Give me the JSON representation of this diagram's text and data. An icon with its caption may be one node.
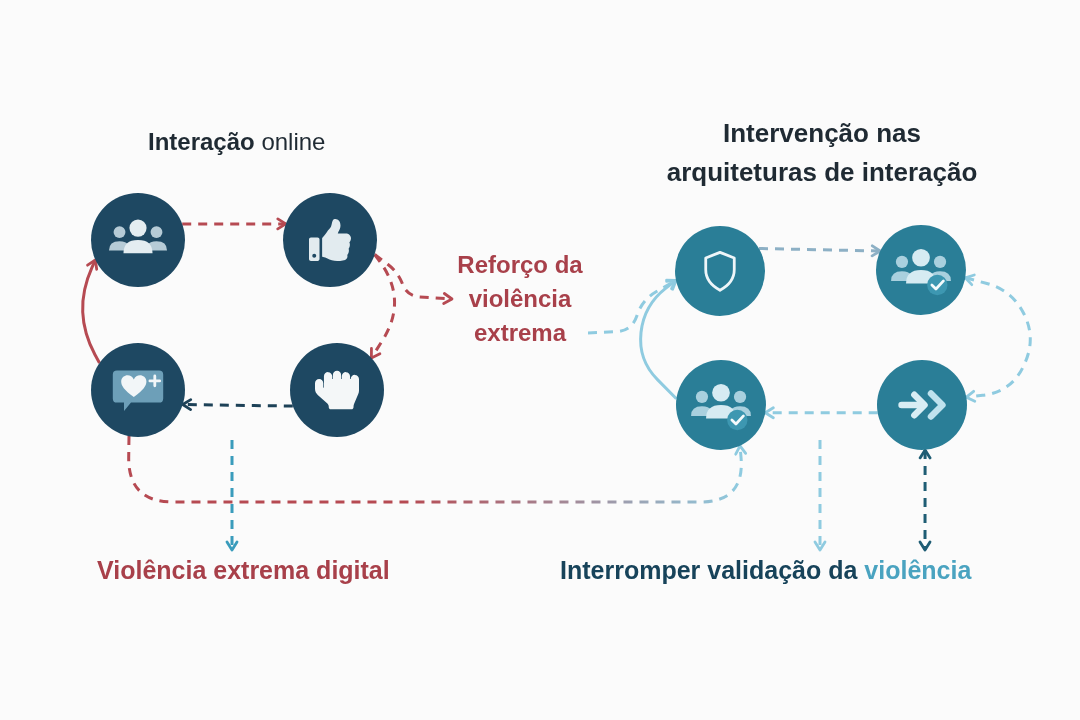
{
  "diagram": {
    "nodes": [
      {
        "text": [],
        "shape": "circle"
      },
      {
        "text": [],
        "shape": "circle"
      },
      {
        "text": [],
        "shape": "circle"
      },
      {
        "text": [],
        "shape": "circle"
      },
      {
        "text": [
          "Reforço da violência extrema"
        ]
      },
      {
        "text": [],
        "shape": "circle"
      },
      {
        "text": [],
        "shape": "circle"
      },
      {
        "text": [],
        "shape": "circle"
      },
      {
        "text": [],
        "shape": "circle"
      },
      {
        "text": [
          "Violência extrema digital"
        ]
      },
      {
        "text": [
          "Interromper validação da",
          "violência"
        ]
      }
    ],
    "edges": [
      {
        "from": 0,
        "to": 1,
        "arrow": "to",
        "style": "dashed",
        "color": "#b64a52"
      },
      {
        "from": 1,
        "to": 2,
        "arrow": "to",
        "style": "dashed",
        "color": "#b64a52"
      },
      {
        "from": 1,
        "to": 4,
        "arrow": "to",
        "style": "dashed",
        "color": "#b64a52"
      },
      {
        "from": 2,
        "to": 3,
        "arrow": "to",
        "style": "dashed",
        "color": "#1d4157"
      },
      {
        "from": 3,
        "to": 0,
        "arrow": "to",
        "color": "#b64a52"
      },
      {
        "from": 3,
        "to": 8,
        "arrow": "to",
        "style": "dashed",
        "color": "#b64a52"
      },
      {
        "from": null,
        "to": 9,
        "arrow": "to",
        "style": "dashed",
        "color": "#3a9cbc"
      },
      {
        "from": 4,
        "to": 5,
        "arrow": "to",
        "style": "dashed",
        "color": "#8fcbe0"
      },
      {
        "from": 8,
        "to": 5,
        "arrow": "to",
        "color": "#8fcbe0"
      },
      {
        "from": 5,
        "to": 6,
        "arrow": "to",
        "style": "dashed",
        "color": "#8db0c5"
      },
      {
        "from": 6,
        "to": 7,
        "arrow": "both",
        "style": "dashed",
        "color": "#8fcbe0"
      },
      {
        "from": 7,
        "to": 8,
        "arrow": "to",
        "style": "dashed",
        "color": "#8fcbe0"
      },
      {
        "from": null,
        "to": 10,
        "arrow": "to",
        "style": "dashed",
        "color": "#8fcbe0"
      },
      {
        "from": 7,
        "to": 10,
        "arrow": "both",
        "style": "dashed",
        "color": "#1f5d74"
      }
    ],
    "labels": [
      "**Interação** online",
      "Intervenção nas arquiteturas de interação"
    ]
  }
}
